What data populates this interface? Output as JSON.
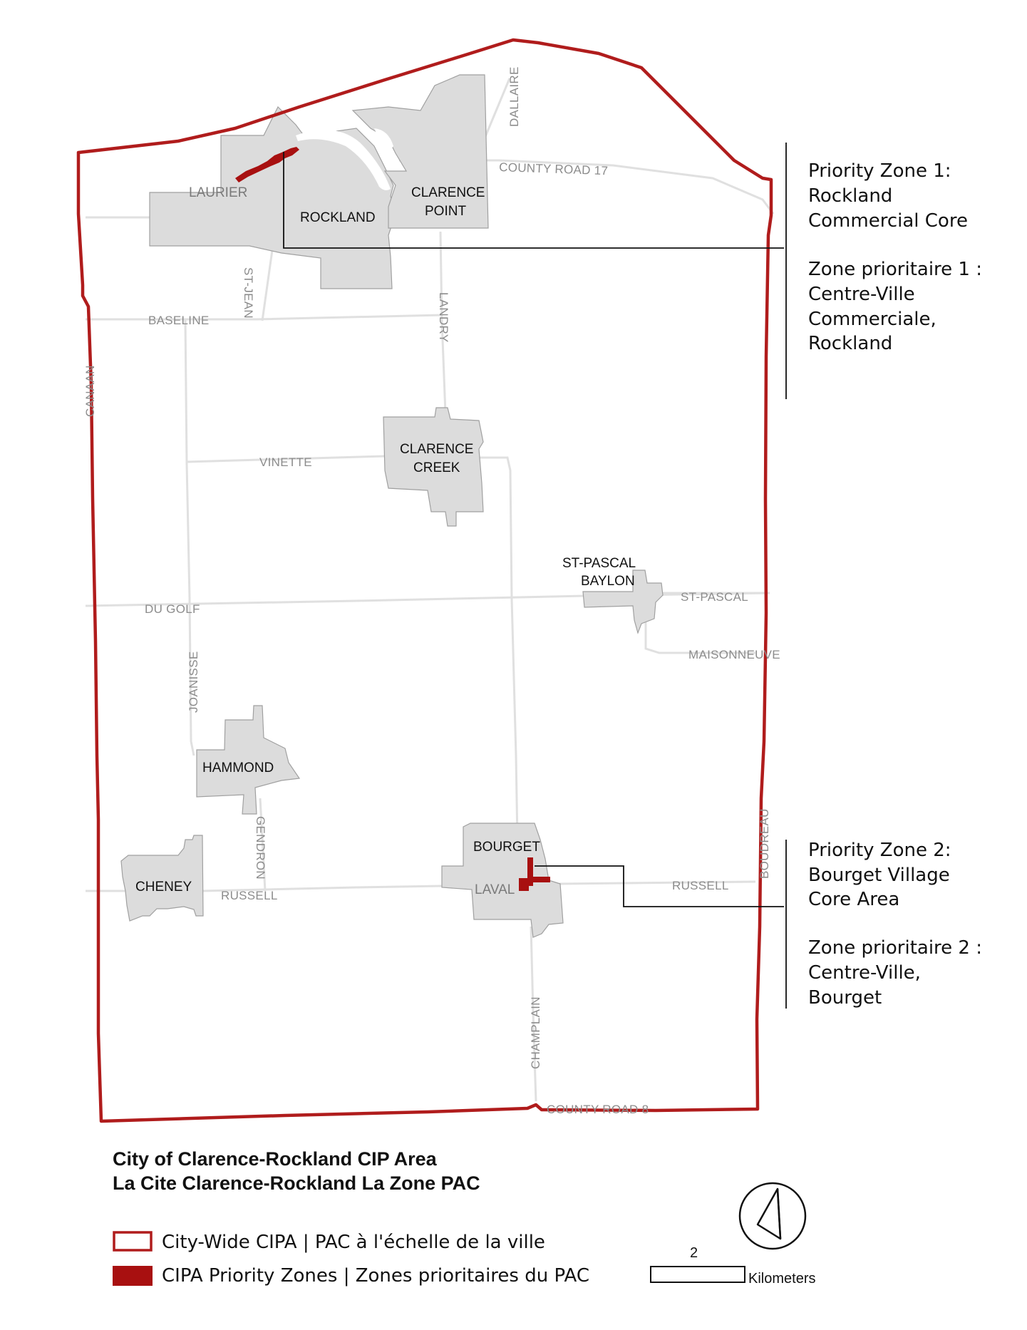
{
  "colors": {
    "boundary": "#b01c1c",
    "priority": "#a81010",
    "settlement": "#dcdcdc",
    "road": "#e0e0e0"
  },
  "roads": {
    "dallaire": "DALLAIRE",
    "county_road_17": "COUNTY ROAD 17",
    "st_jean": "ST-JEAN",
    "landry": "LANDRY",
    "baseline": "BASELINE",
    "canaan": "CANAAN",
    "vinette": "VINETTE",
    "du_golf": "DU GOLF",
    "st_pascal": "ST-PASCAL",
    "maisonneuve": "MAISONNEUVE",
    "joanisse": "JOANISSE",
    "gendron": "GENDRON",
    "russell_west": "RUSSELL",
    "russell_east": "RUSSELL",
    "boudreau": "BOUDREAU",
    "champlain": "CHAMPLAIN",
    "county_road_8": "COUNTY ROAD 8"
  },
  "places": {
    "laurier": "LAURIER",
    "rockland": "ROCKLAND",
    "clarence_point_1": "CLARENCE",
    "clarence_point_2": "POINT",
    "clarence_creek_1": "CLARENCE",
    "clarence_creek_2": "CREEK",
    "st_pascal_baylon_1": "ST-PASCAL",
    "st_pascal_baylon_2": "BAYLON",
    "hammond": "HAMMOND",
    "cheney": "CHENEY",
    "bourget": "BOURGET",
    "laval": "LAVAL"
  },
  "zone1": {
    "lines": [
      "Priority Zone 1:",
      "Rockland",
      "Commercial Core",
      "",
      "Zone prioritaire 1 :",
      "Centre-Ville",
      "Commerciale,",
      "Rockland"
    ]
  },
  "zone2": {
    "lines": [
      "Priority Zone 2:",
      "Bourget Village",
      "Core Area",
      "",
      "Zone prioritaire 2 :",
      "Centre-Ville,",
      "Bourget"
    ]
  },
  "title": {
    "line1": "City of Clarence-Rockland CIP Area",
    "line2": "La Cite Clarence-Rockland La Zone PAC"
  },
  "legend": {
    "citywide": "City-Wide CIPA | PAC à l'échelle de la ville",
    "priority": "CIPA Priority Zones | Zones prioritaires du PAC"
  },
  "scale": {
    "value": "2",
    "unit": "Kilometers"
  },
  "north_arrow": "north-arrow-icon"
}
